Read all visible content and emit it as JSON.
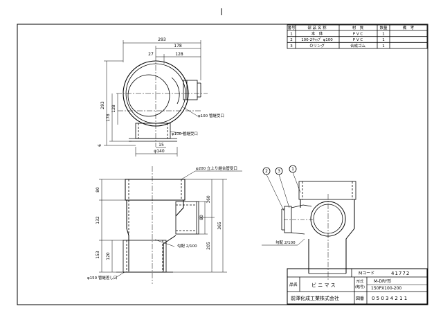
{
  "parts_table": {
    "headers": [
      "番号",
      "部 品 名 称",
      "材　質",
      "数量",
      "備　考"
    ],
    "rows": [
      {
        "no": "1",
        "name": "本　体",
        "material": "P V C",
        "qty": "1"
      },
      {
        "no": "2",
        "name": "100-2ｷｬｯﾌﾟ φ100",
        "material": "P V C",
        "qty": "1"
      },
      {
        "no": "3",
        "name": "Ｏリング",
        "material": "合成ゴム",
        "qty": "1"
      }
    ]
  },
  "top_view": {
    "dims": {
      "w293": "293",
      "w178": "178",
      "w128": "128",
      "w27": "27",
      "h293": "293",
      "h178": "178",
      "h128": "128",
      "h6": "6",
      "w15": "15",
      "phi140": "φ140"
    },
    "notes": {
      "phi100_a": "φ100 管継受口",
      "phi100_b": "φ100 管継受口"
    }
  },
  "front_view": {
    "dims": {
      "h80_top": "80",
      "h132": "132",
      "h153": "153",
      "h120": "120",
      "h80_side": "80",
      "h160": "160",
      "h205": "205",
      "h365": "365"
    },
    "notes": {
      "phi200": "φ200 立上り継合管受口",
      "slope": "勾配 2/100",
      "phi150": "φ150 管継差し口"
    }
  },
  "iso_view": {
    "balloons": [
      "2",
      "3",
      "1"
    ],
    "notes": {
      "slope": "勾配 2/100"
    }
  },
  "title_block": {
    "mcode_label": "Mコード",
    "mcode_value": "41772",
    "name_label": "品名",
    "name_value": "ビ ニ マ ス",
    "type_label": "形式\n(略号)",
    "type_label_1": "形式",
    "type_label_2": "(略号)",
    "type_value_1": "M-DRY形",
    "type_value_2": "150PX100-200",
    "company": "前澤化成工業株式会社",
    "drawing_no_label": "図番",
    "drawing_no_value": "0 5 0 3 4 2 1 1"
  }
}
